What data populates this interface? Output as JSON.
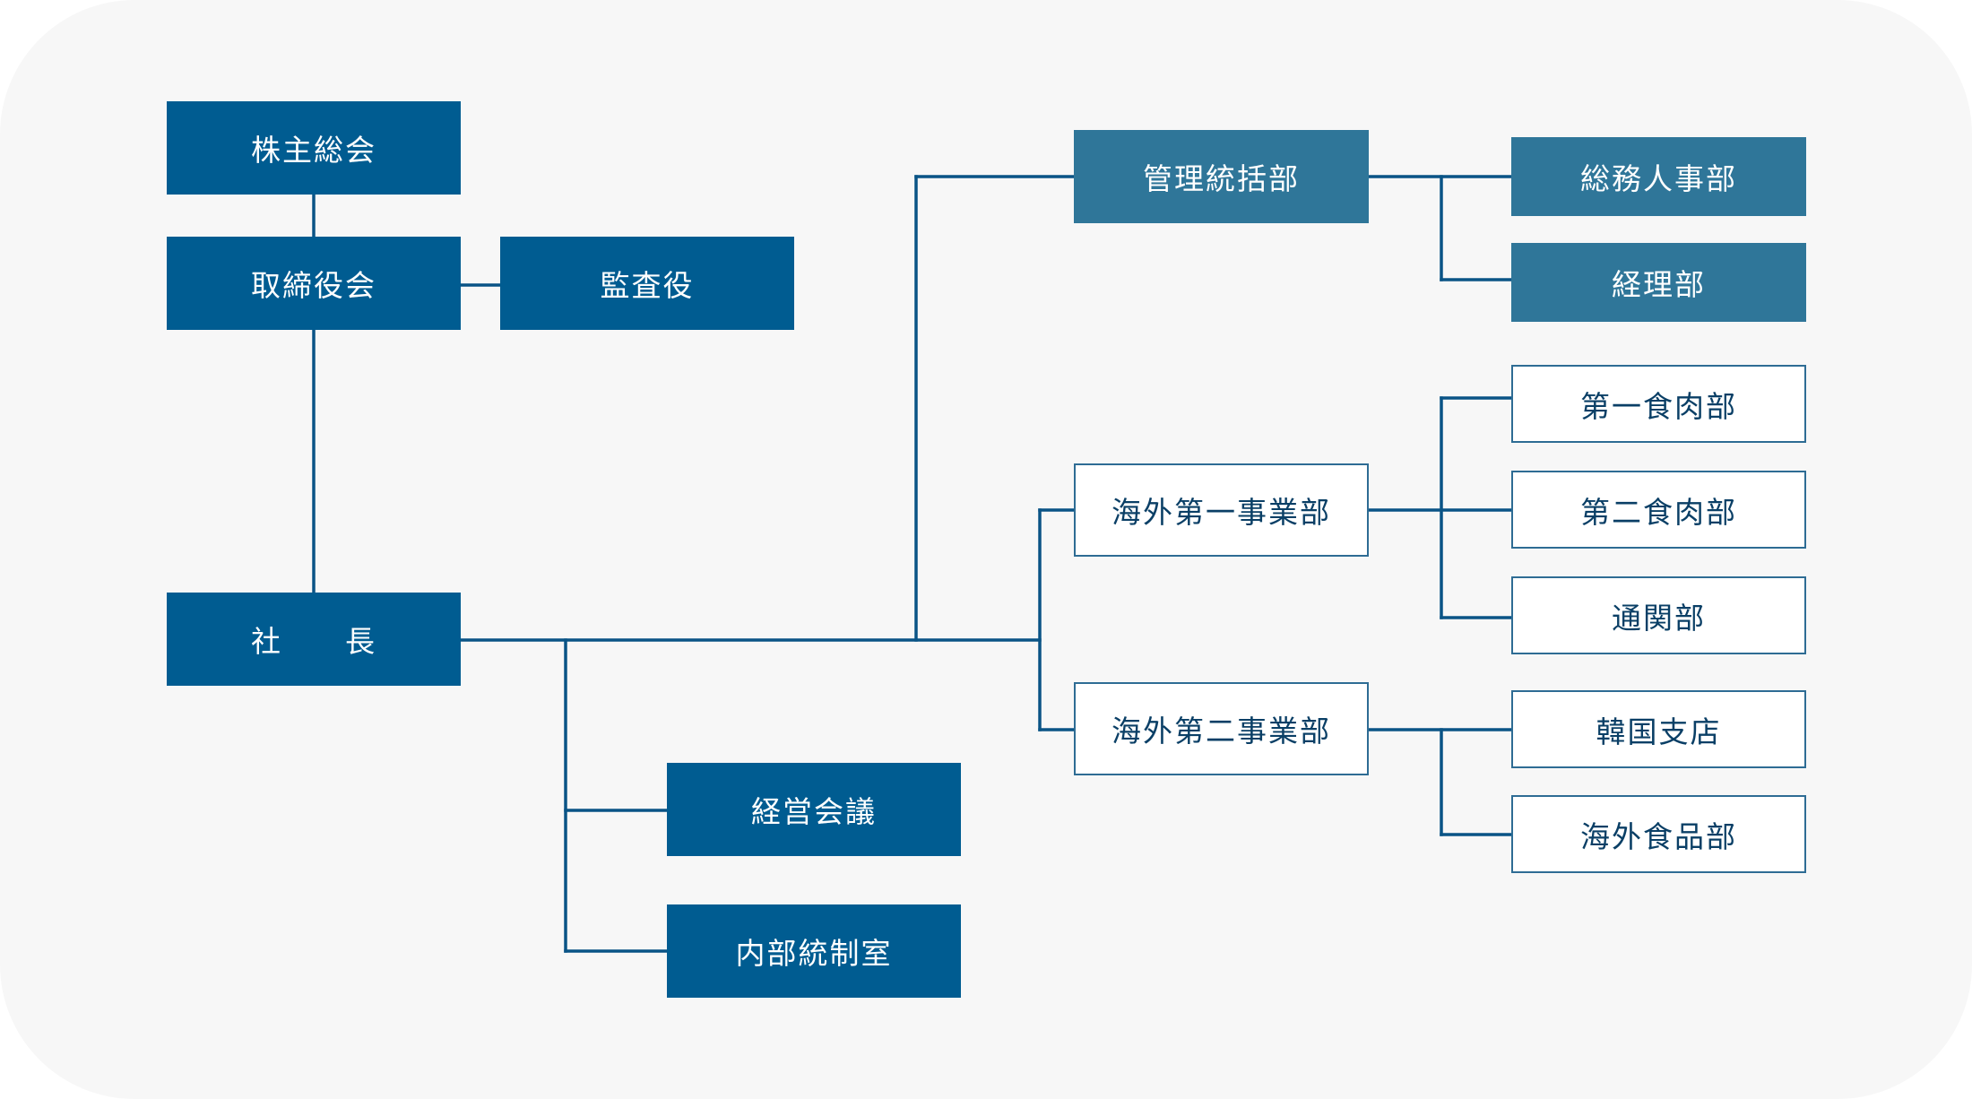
{
  "colors": {
    "background": "#f7f7f7",
    "primary": "#005c91",
    "secondary": "#2f7699",
    "line": "#0a5486",
    "outline_text": "#0a3f66"
  },
  "chart": {
    "shareholders": "株主総会",
    "board": "取締役会",
    "auditor": "監査役",
    "president": "社　　長",
    "management_meeting": "経営会議",
    "internal_control": "内部統制室",
    "admin_division": "管理統括部",
    "general_affairs_hr": "総務人事部",
    "accounting": "経理部",
    "overseas_1": "海外第一事業部",
    "meat_1": "第一食肉部",
    "meat_2": "第二食肉部",
    "customs": "通関部",
    "overseas_2": "海外第二事業部",
    "korea_branch": "韓国支店",
    "overseas_food": "海外食品部"
  }
}
